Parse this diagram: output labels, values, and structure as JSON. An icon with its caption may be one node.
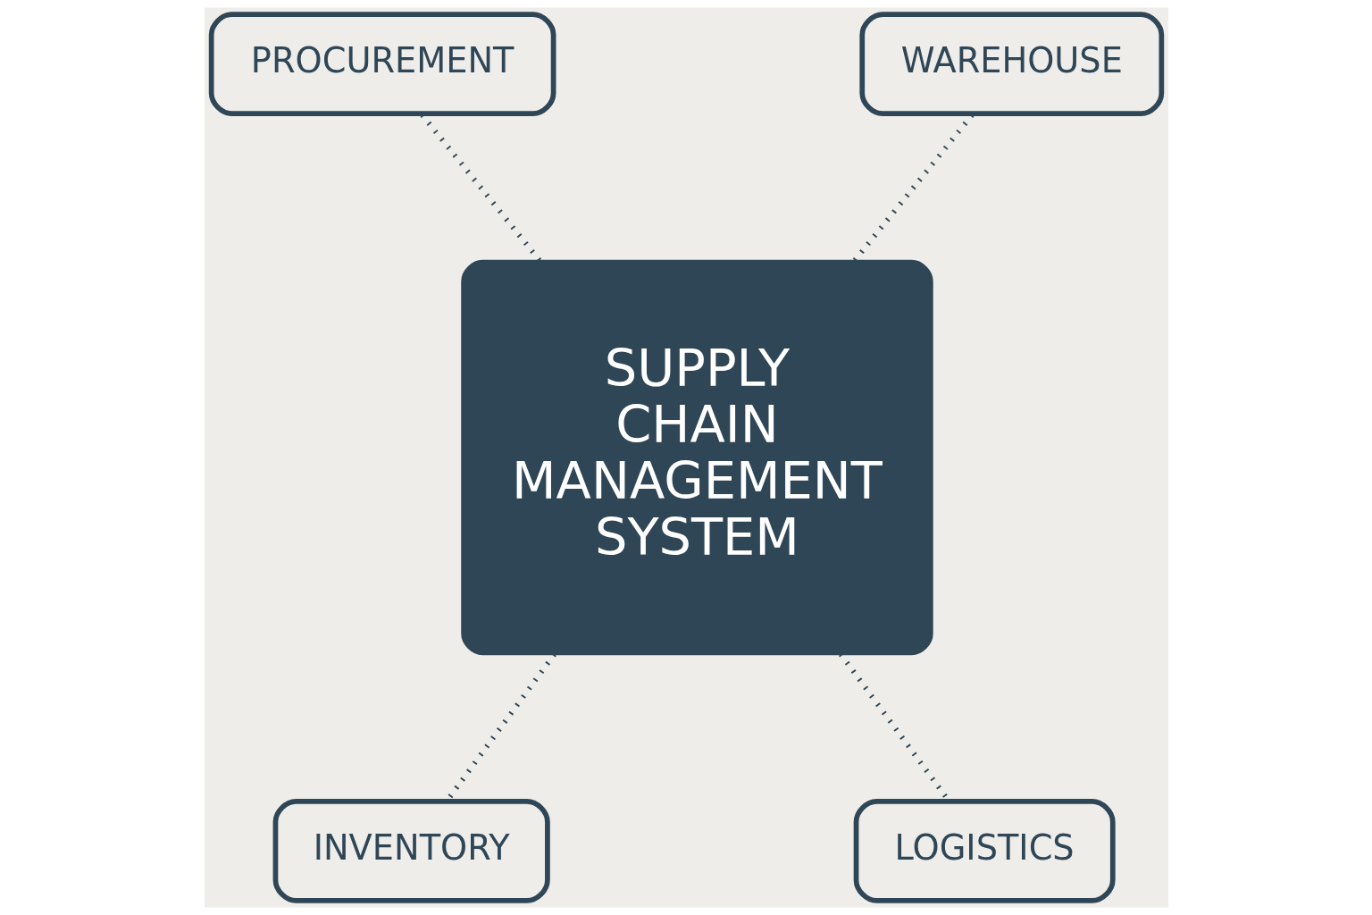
{
  "diagram": {
    "nodes": [
      {
        "text": [
          "SUPPLY CHAIN MANAGEMENT SYSTEM"
        ]
      },
      {
        "text": [
          "PROCUREMENT"
        ]
      },
      {
        "text": [
          "WAREHOUSE"
        ]
      },
      {
        "text": [
          "INVENTORY"
        ]
      },
      {
        "text": [
          "LOGISTICS"
        ]
      }
    ],
    "edges": [
      {
        "from": 0,
        "to": 1,
        "arrow": "none"
      },
      {
        "from": 0,
        "to": 2,
        "arrow": "none"
      },
      {
        "from": 0,
        "to": 3,
        "arrow": "none"
      },
      {
        "from": 0,
        "to": 4,
        "arrow": "none"
      }
    ]
  }
}
